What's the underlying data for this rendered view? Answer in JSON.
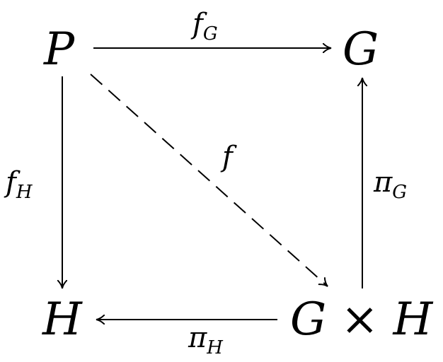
{
  "nodes": {
    "P": "P",
    "G": "G",
    "H": "H",
    "GxH": "G × H"
  },
  "arrows": {
    "fG": {
      "base": "f",
      "sub": "G"
    },
    "fH": {
      "base": "f",
      "sub": "H"
    },
    "f": {
      "base": "f"
    },
    "piG": {
      "base": "π",
      "sub": "G"
    },
    "piH": {
      "base": "π",
      "sub": "H"
    }
  }
}
